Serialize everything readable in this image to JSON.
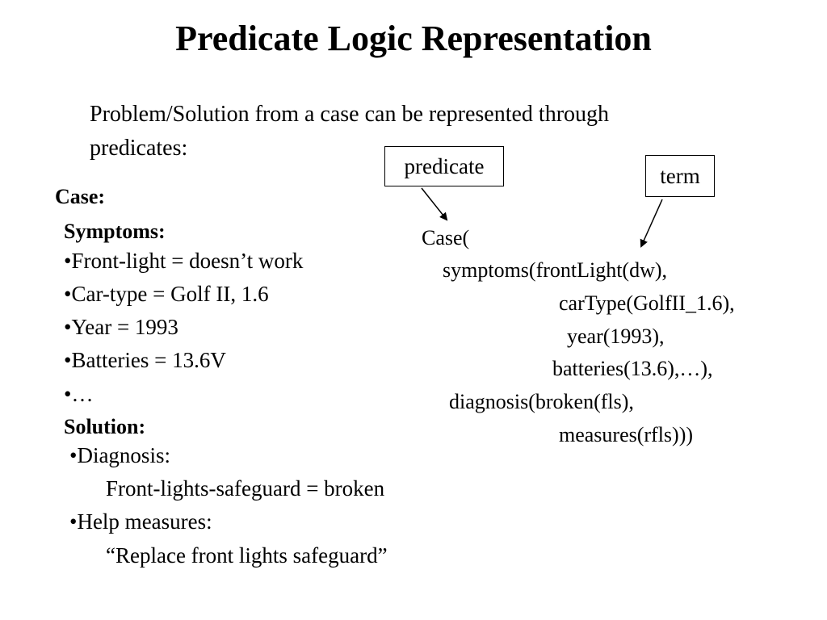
{
  "title": "Predicate Logic Representation",
  "intro": {
    "line1": "Problem/Solution from a case can be represented through",
    "line2": "predicates:"
  },
  "callouts": {
    "predicate": "predicate",
    "term": "term"
  },
  "case_label": "Case:",
  "symptoms": {
    "heading": "Symptoms:",
    "items": [
      "•Front-light = doesn’t work",
      "•Car-type = Golf II, 1.6",
      "•Year = 1993",
      "•Batteries = 13.6V",
      "•…"
    ]
  },
  "solution": {
    "heading": "Solution:",
    "diagnosis_label": "•Diagnosis:",
    "diagnosis_value": "Front-lights-safeguard = broken",
    "measures_label": "•Help measures:",
    "measures_value": "“Replace front lights safeguard”"
  },
  "predicate_code": [
    "Case(",
    "symptoms(frontLight(dw),",
    "carType(GolfII_1.6),",
    "year(1993),",
    "batteries(13.6),…),",
    "diagnosis(broken(fls),",
    "measures(rfls)))"
  ]
}
